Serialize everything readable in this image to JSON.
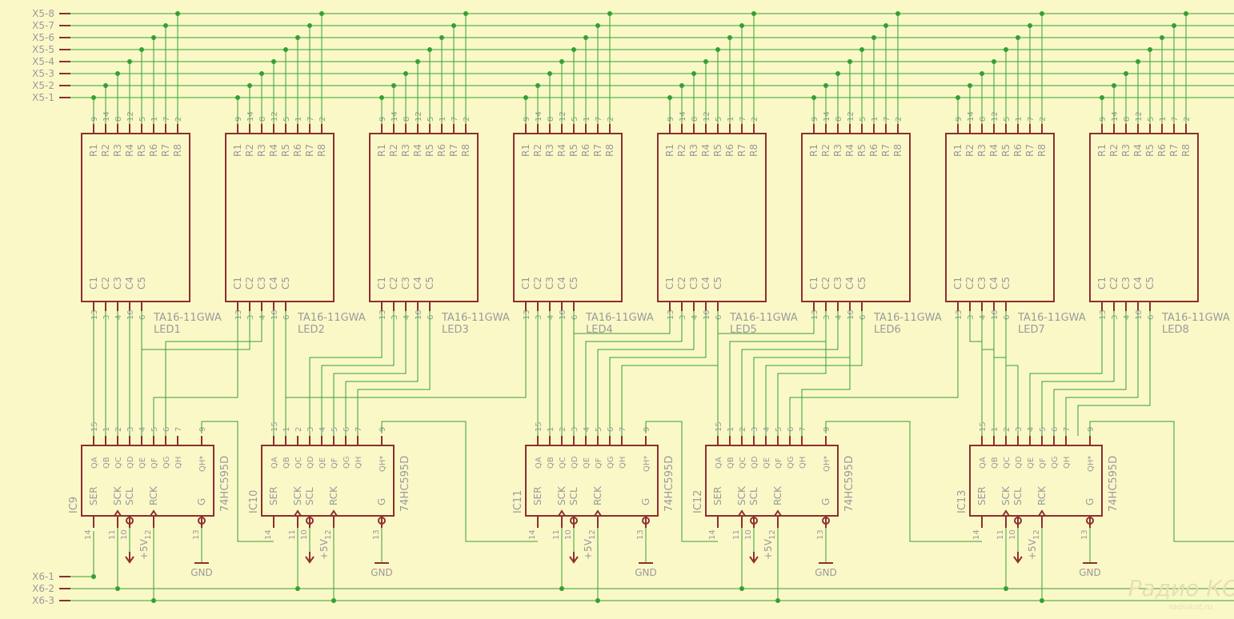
{
  "nets_x5": [
    "X5-8",
    "X5-7",
    "X5-6",
    "X5-5",
    "X5-4",
    "X5-3",
    "X5-2",
    "X5-1"
  ],
  "nets_x6": [
    "X6-1",
    "X6-2",
    "X6-3"
  ],
  "led": {
    "part": "TA16-11GWA",
    "names": [
      "LED1",
      "LED2",
      "LED3",
      "LED4",
      "LED5",
      "LED6",
      "LED7",
      "LED8"
    ],
    "row_pins": [
      "9",
      "14",
      "8",
      "12",
      "5",
      "1",
      "7",
      "2"
    ],
    "row_labels": [
      "R1",
      "R2",
      "R3",
      "R4",
      "R5",
      "R6",
      "R7",
      "R8"
    ],
    "col_pins": [
      "13",
      "3",
      "4",
      "10",
      "6"
    ],
    "col_labels": [
      "C1",
      "C2",
      "C3",
      "C4",
      "C5"
    ]
  },
  "ic": {
    "part": "74HC595D",
    "names": [
      "IC9",
      "IC10",
      "IC11",
      "IC12",
      "IC13"
    ],
    "top_pins": [
      "15",
      "1",
      "2",
      "3",
      "4",
      "5",
      "6",
      "7"
    ],
    "top_labels": [
      "QA",
      "QB",
      "QC",
      "QD",
      "QE",
      "QF",
      "QG",
      "QH"
    ],
    "qh_pin": "9",
    "qh_label": "QH*",
    "bottom_labels": [
      "SER",
      "SCK",
      "SCL",
      "RCK",
      "G"
    ],
    "bottom_pins": [
      "14",
      "11",
      "10",
      "12",
      "13"
    ]
  },
  "power": {
    "vcc": "+5V",
    "gnd": "GND"
  },
  "watermark": {
    "line1": "Радио КОТ",
    "line2": "radiokot.ru"
  }
}
